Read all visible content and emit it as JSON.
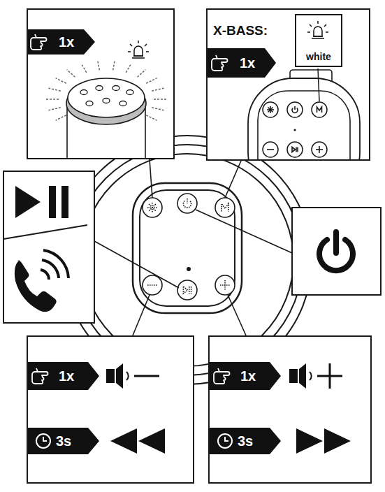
{
  "diagram": {
    "nodes": [
      {
        "text": [
          "1x"
        ]
      },
      {
        "text": [
          "X-BASS:",
          "1x"
        ]
      },
      {
        "text": [
          "white"
        ],
        "in": 1
      },
      {
        "text": [
          "1x",
          "3s"
        ]
      },
      {
        "text": [
          "1x",
          "3s"
        ]
      }
    ]
  }
}
